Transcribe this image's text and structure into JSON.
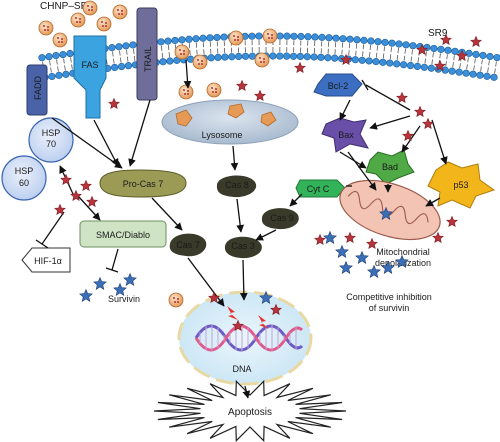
{
  "top_labels": {
    "nanoparticle": "CHNP–SR9",
    "drug": "SR9"
  },
  "receptors": {
    "fas": "FAS",
    "trail": "TRAIL",
    "fadd": "FADD"
  },
  "heat_shock": {
    "hsp70_line1": "HSP",
    "hsp70_line2": "70",
    "hsp60_line1": "HSP",
    "hsp60_line2": "60",
    "hif": "HIF-1α"
  },
  "caspases": {
    "pro_cas7": "Pro-Cas 7",
    "cas7": "Cas 7",
    "cas8": "Cas 8",
    "cas9": "Cas 9",
    "cas3": "Cas 3"
  },
  "organelles": {
    "lysosome": "Lysosome",
    "cytc": "Cyt C",
    "mito_line1": "Mitochondrial",
    "mito_line2": "depolarization",
    "dna": "DNA"
  },
  "proteins": {
    "bcl2": "Bcl-2",
    "bax": "Bax",
    "bad": "Bad",
    "p53": "p53",
    "smac": "SMAC/Diablo",
    "survivin": "Survivin"
  },
  "notes": {
    "inhibition_line1": "Competitive inhibition",
    "inhibition_line2": "of survivin",
    "apoptosis": "Apoptosis"
  },
  "colors": {
    "membrane_head": "#3b8fd8",
    "fas": "#3aa3e0",
    "trail": "#6f6e9a",
    "fadd": "#4a63a8",
    "hsp": "#c9daf5",
    "caspase_dark": "#3a3a2a",
    "procas": "#9b9b56",
    "smac": "#cfe4c4",
    "lysosome": "#b7c7d9",
    "cytc": "#32b35a",
    "bcl2": "#3c6fc1",
    "bax": "#6a4fa8",
    "bad": "#4faa45",
    "p53": "#f2b61b",
    "mito": "#f3c3b4",
    "star_red": "#b8333b",
    "star_blue": "#3a6fb8"
  }
}
